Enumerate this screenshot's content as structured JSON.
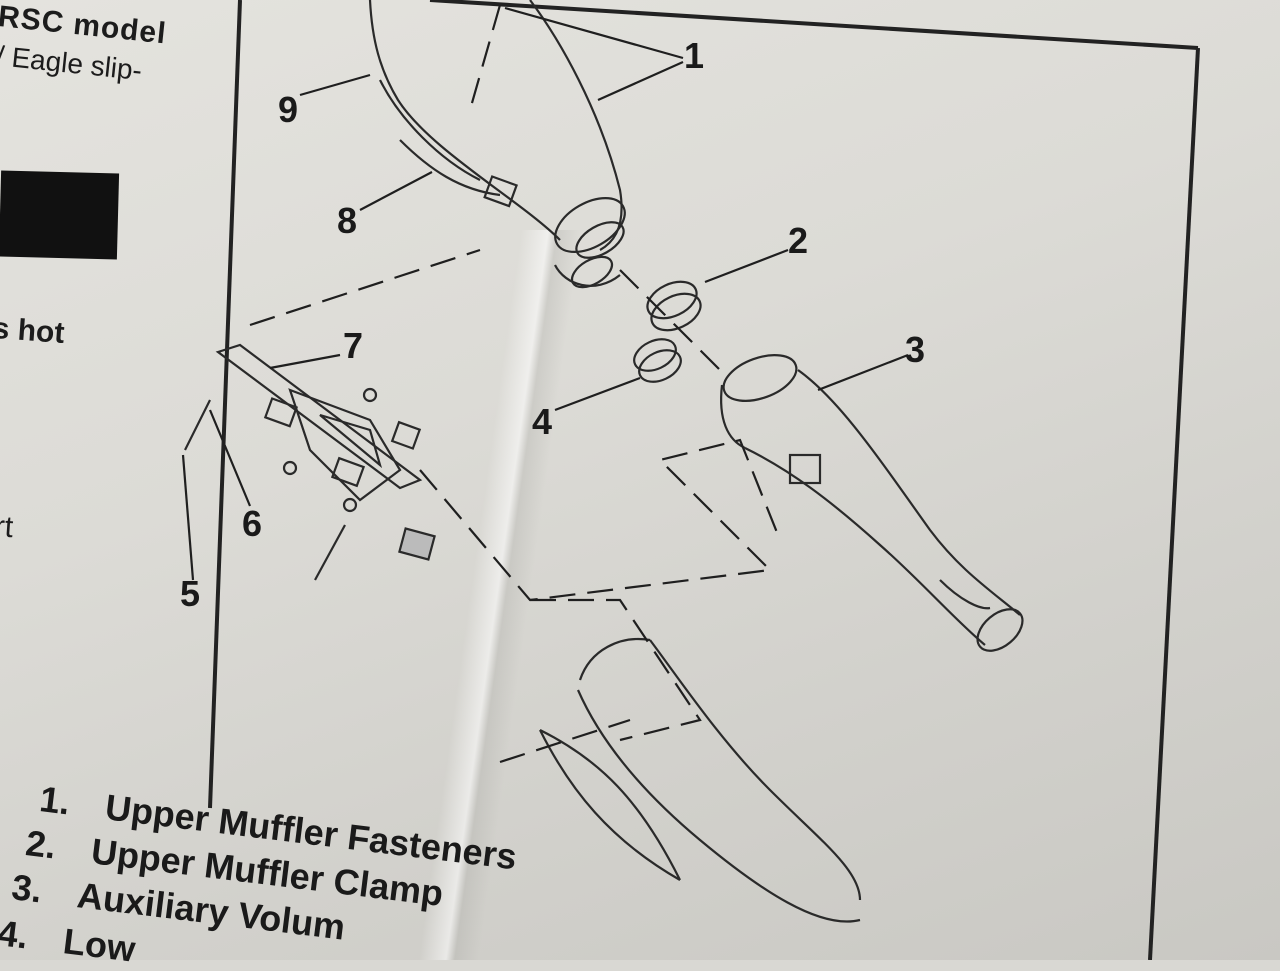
{
  "left_column": {
    "fragment_1": "RSC  model",
    "fragment_2": "/ Eagle slip-",
    "fragment_3": "s hot",
    "fragment_4": "rt"
  },
  "callouts": [
    "1",
    "2",
    "3",
    "4",
    "5",
    "6",
    "7",
    "8",
    "9"
  ],
  "legend": [
    {
      "num": "1.",
      "label": "Upper Muffler Fasteners"
    },
    {
      "num": "2.",
      "label": "Upper Muffler Clamp"
    },
    {
      "num": "3.",
      "label": "Auxiliary Volum"
    },
    {
      "num": "4.",
      "label": "Low"
    }
  ],
  "colors": {
    "ink": "#1a1a1a",
    "paper": "#dcdbd6"
  }
}
